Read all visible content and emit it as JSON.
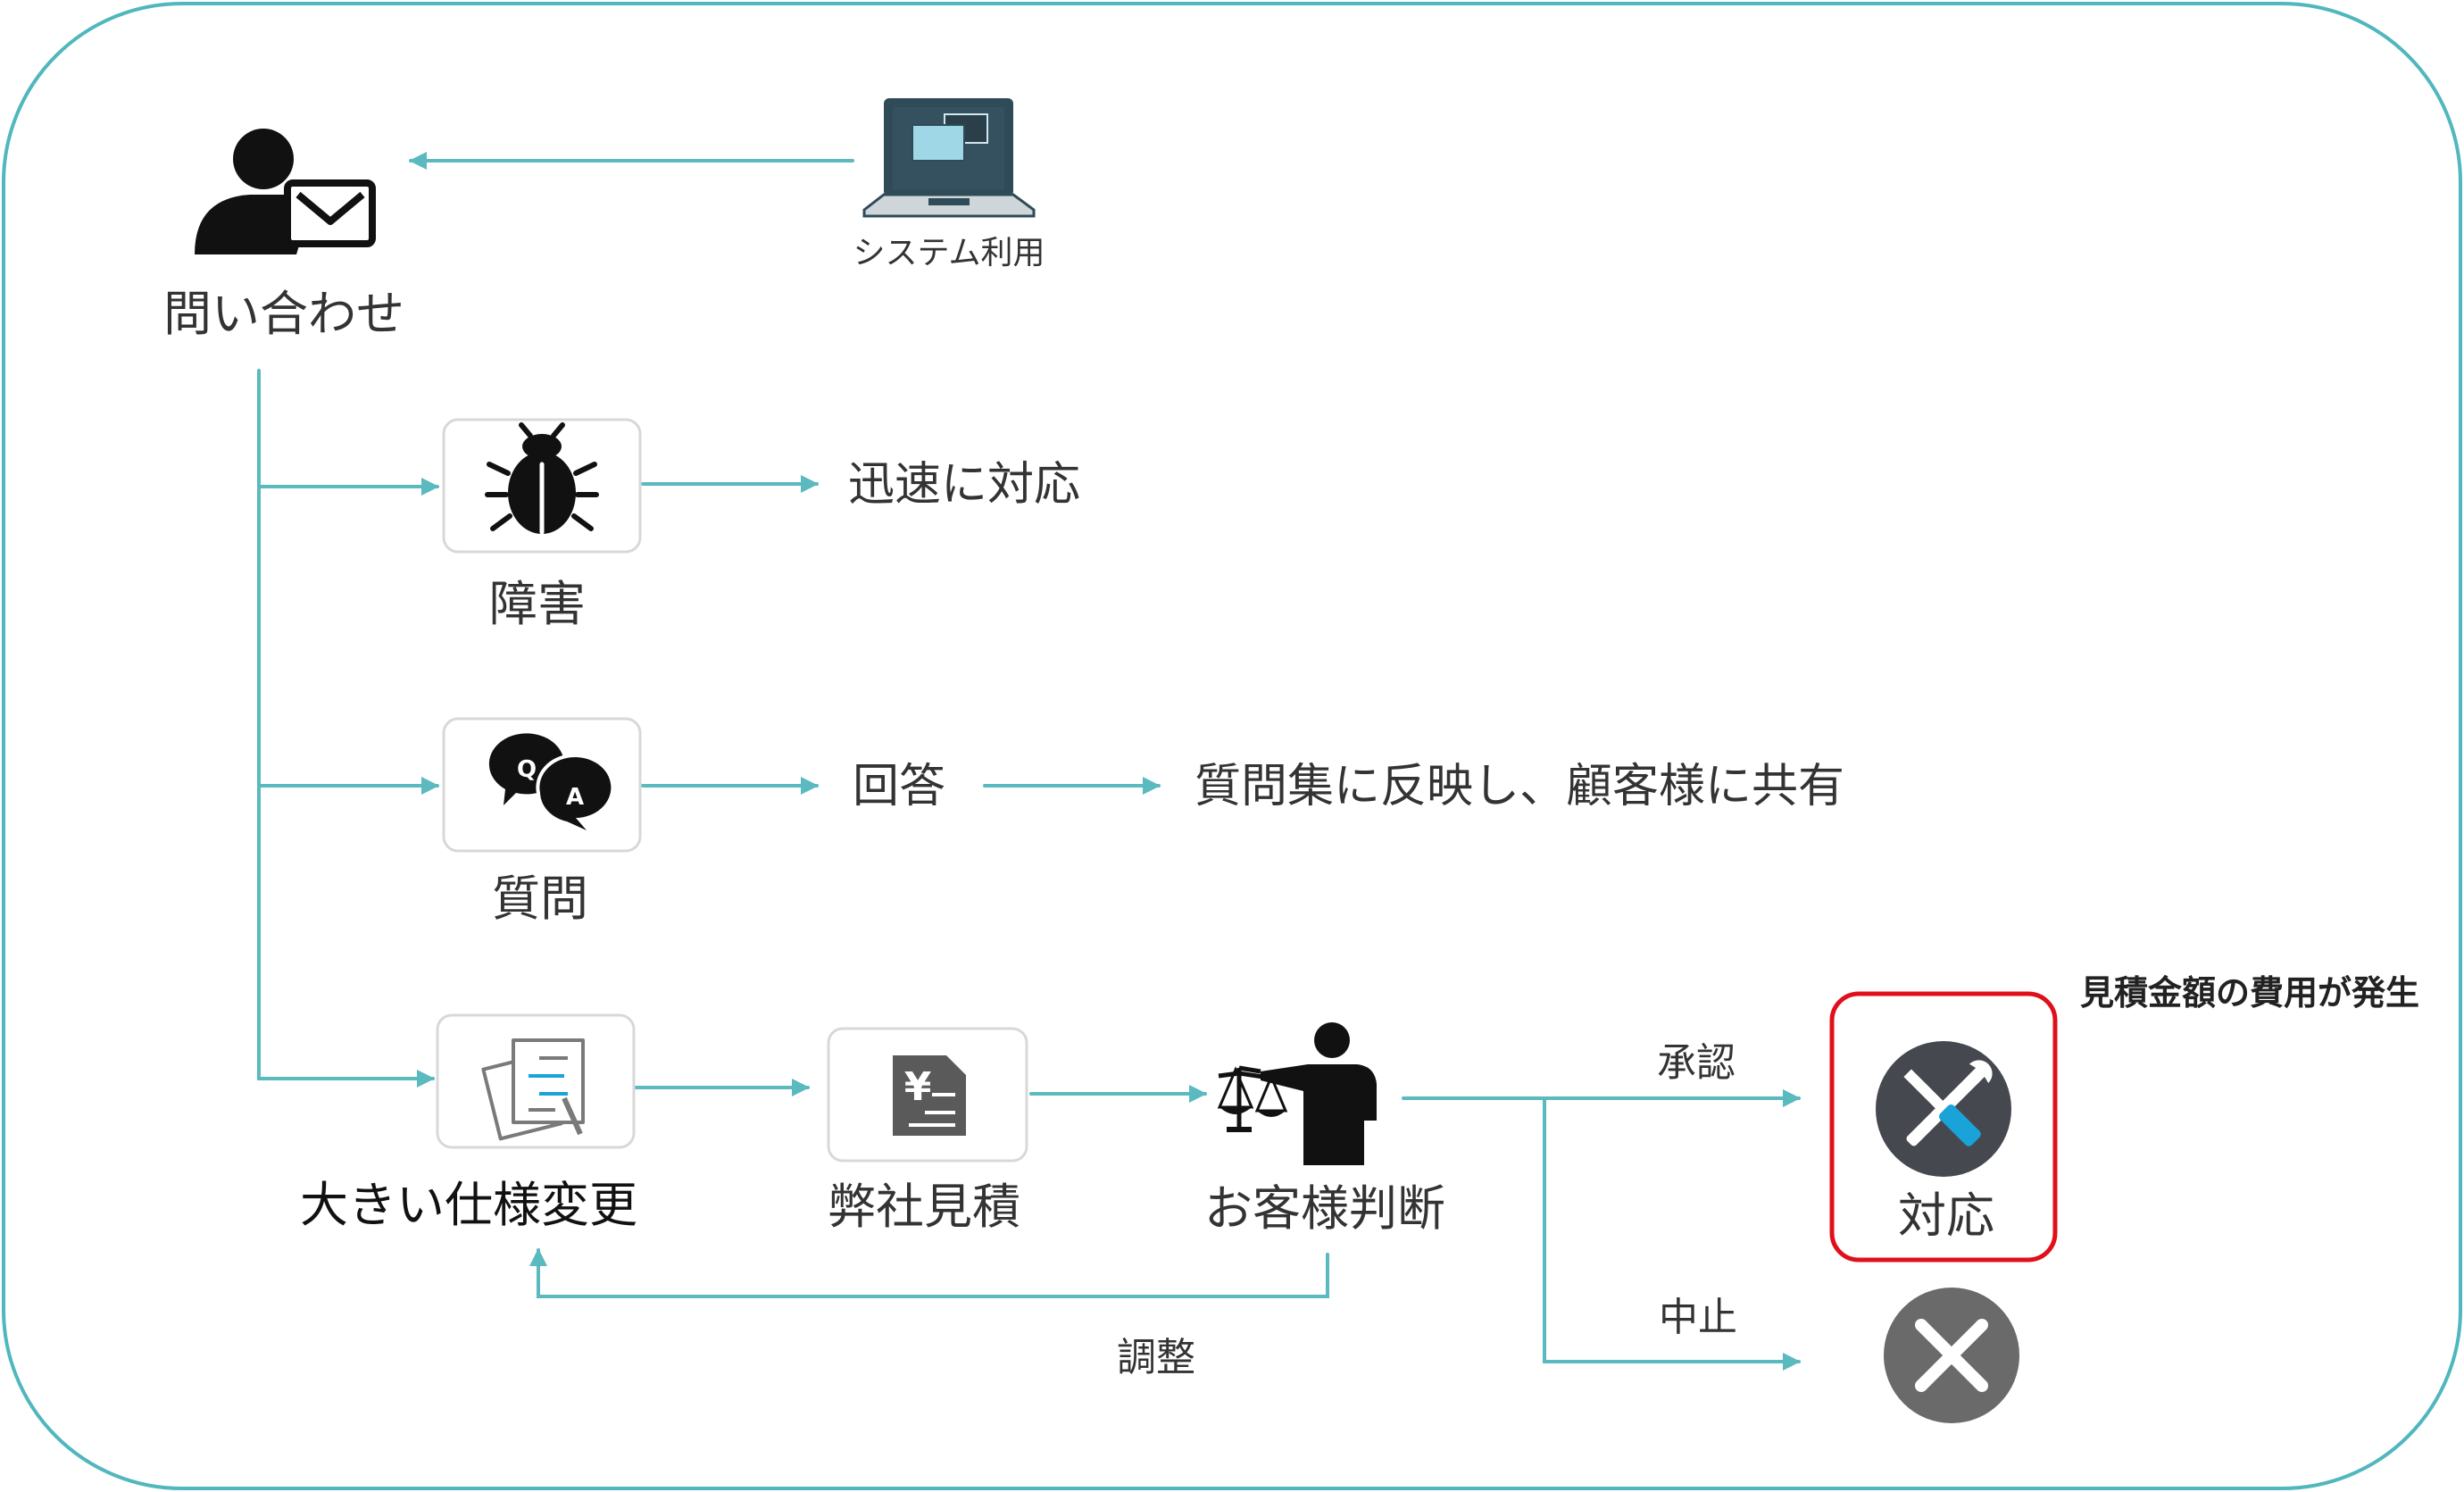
{
  "colors": {
    "frame": "#4fb7bd",
    "arrow": "#5bb9c0",
    "icon": "#111111",
    "text": "#333333",
    "highlight": "#e0101a",
    "icon_gray": "#5a5a5a",
    "wrench_bg": "#45494f",
    "accent": "#1aa3d8"
  },
  "icons": {
    "inquiry": "person-mail-icon",
    "system": "laptop-icon",
    "bug": "bug-icon",
    "qa": "qa-bubbles-icon",
    "spec": "document-edit-icon",
    "estimate": "yen-document-icon",
    "judge": "judge-scale-icon",
    "respond": "tools-icon",
    "stop": "close-icon"
  },
  "nodes": {
    "system_use": "システム利用",
    "inquiry": "問い合わせ",
    "bug": "障害",
    "bug_result": "迅速に対応",
    "question": "質問",
    "answer": "回答",
    "answer_result": "質問集に反映し、顧客様に共有",
    "spec_change": "大きい仕様変更",
    "estimate": "弊社見積",
    "customer_judgment": "お客様判断",
    "approve": "承認",
    "cancel": "中止",
    "respond": "対応",
    "adjust": "調整",
    "cost_note": "見積金額の費用が発生"
  }
}
